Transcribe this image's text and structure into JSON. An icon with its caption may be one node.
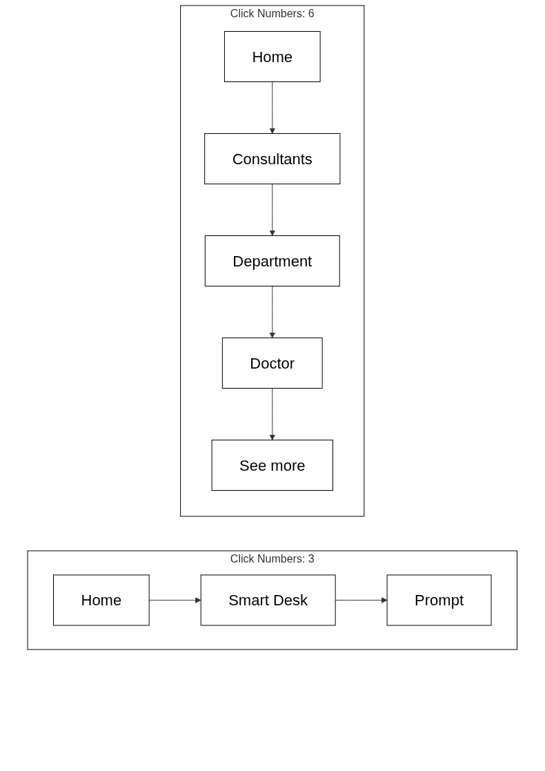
{
  "diagram": {
    "nodes": [
      {
        "text": [],
        "shape": "box",
        "beside": [
          "Click Numbers: 6"
        ]
      },
      {
        "text": [
          "Home"
        ],
        "in": 0
      },
      {
        "text": [
          "Consultants"
        ],
        "in": 0
      },
      {
        "text": [
          "Doctor"
        ],
        "in": 0
      },
      {
        "text": [
          "Department"
        ],
        "in": 0
      },
      {
        "text": [
          "See more"
        ],
        "in": 0
      },
      {
        "text": [],
        "shape": "box",
        "beside": [
          "Click Numbers: 3"
        ]
      },
      {
        "text": [
          "Home"
        ],
        "in": 6
      },
      {
        "text": [
          "Smart Desk"
        ],
        "in": 6
      },
      {
        "text": [
          "Prompt"
        ],
        "in": 6
      }
    ],
    "edges": [
      {
        "from": 1,
        "to": 2,
        "arrow": "to"
      },
      {
        "from": 2,
        "to": 4,
        "arrow": "to"
      },
      {
        "from": 4,
        "to": 3,
        "arrow": "to"
      },
      {
        "from": 3,
        "to": 5,
        "arrow": "to"
      },
      {
        "from": 7,
        "to": 8,
        "arrow": "to"
      },
      {
        "from": 8,
        "to": 9,
        "arrow": "to"
      }
    ]
  }
}
